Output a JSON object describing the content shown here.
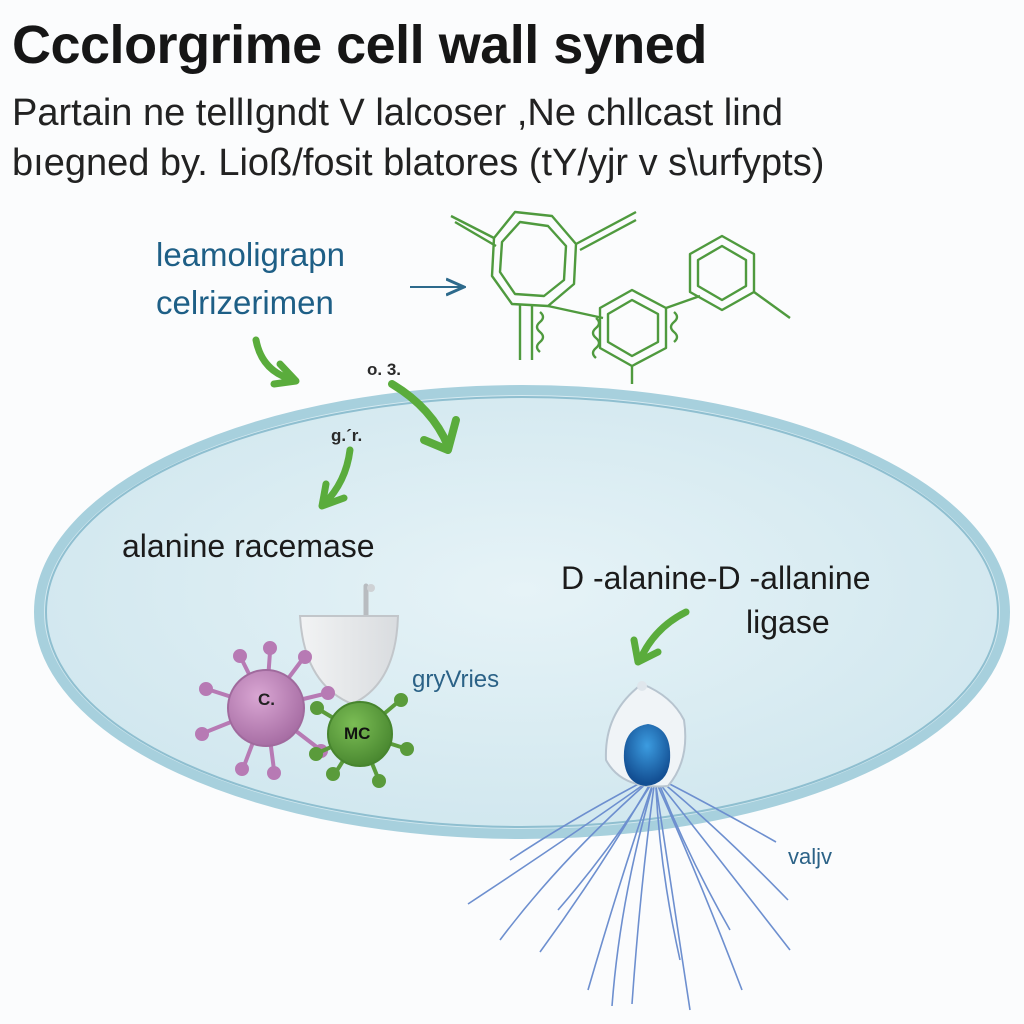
{
  "title": "Ccclorgrime cell wall syned",
  "subtitle": {
    "line1": "Partain ne tellIgndt V lalcoser ,Ne chllcast lind",
    "line2": "bıegned by. Lioß/fosit blatores (tY/yjr v s\\urfypts)"
  },
  "labels": {
    "top_left_line1": "leamoligrapn",
    "top_left_line2": "celrizerimen",
    "arrow_label_a": "o. 3.",
    "arrow_label_b": "g.´r.",
    "alanine_racemase": "alanine racemase",
    "ligase_line1": "D -alanine-D -allanine",
    "ligase_line2": "ligase",
    "gryvries": "gryVries",
    "valjv": "valjv",
    "pink_cell": "C.",
    "green_cell": "MC"
  },
  "colors": {
    "cell_fill": "#d6ebf1",
    "cell_border": "#9cc9d8",
    "arrow_green": "#5aac3c",
    "molecule_green": "#4c9a3c",
    "pink_cell": "#b77ab4",
    "green_cell": "#5a9b3b",
    "pore_blue": "#1f6fb5",
    "fiber_blue": "#5c7fc4"
  },
  "icons": [
    "molecule-structure-icon",
    "green-arrow-icon",
    "bacteriophage-icon",
    "flask-icon",
    "pore-icon"
  ]
}
